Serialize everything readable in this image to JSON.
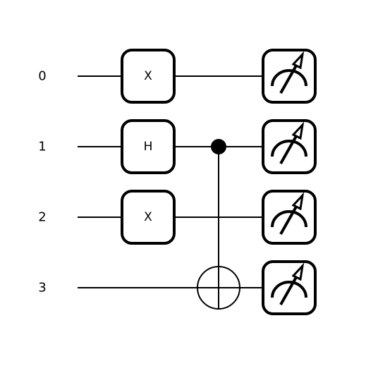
{
  "qubits": [
    "0",
    "1",
    "2",
    "3"
  ],
  "gates": [
    {
      "type": "box",
      "label": "X",
      "qubit": 0,
      "column": 0
    },
    {
      "type": "box",
      "label": "H",
      "qubit": 1,
      "column": 0
    },
    {
      "type": "box",
      "label": "X",
      "qubit": 2,
      "column": 0
    },
    {
      "type": "cnot",
      "control": 1,
      "target": 3,
      "column": 1
    },
    {
      "type": "measure",
      "qubit": 0,
      "column": 2
    },
    {
      "type": "measure",
      "qubit": 1,
      "column": 2
    },
    {
      "type": "measure",
      "qubit": 2,
      "column": 2
    },
    {
      "type": "measure",
      "qubit": 3,
      "column": 2
    }
  ],
  "colors": {
    "ink": "#000000",
    "background": "#ffffff"
  },
  "icons": {
    "measure": "meter-icon",
    "target": "cnot-target-icon",
    "control": "control-dot-icon"
  }
}
